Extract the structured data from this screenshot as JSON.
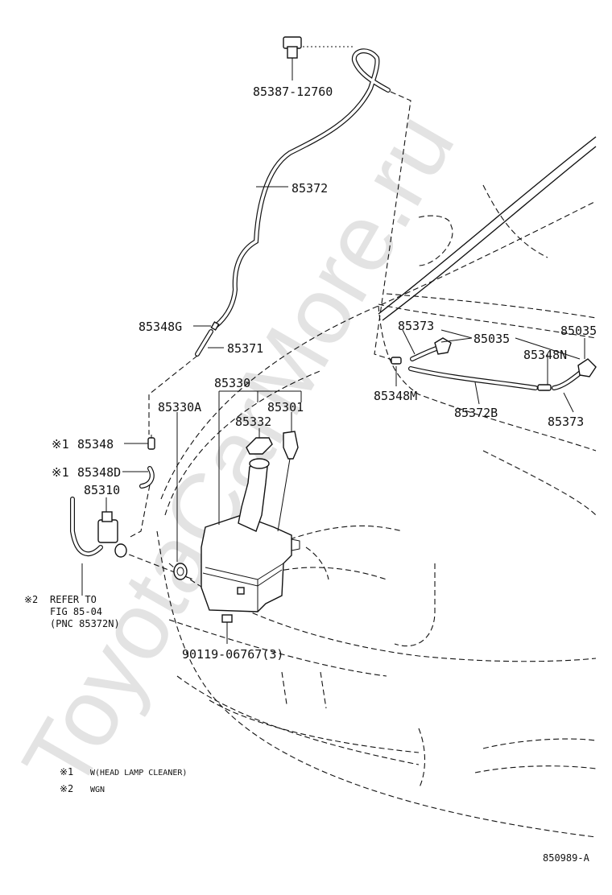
{
  "watermark": "ToyotaCarMore.ru",
  "diagram_id": "850989-A",
  "parts": {
    "nozzle_top": "85387-12760",
    "hose_main": "85372",
    "joint_g": "85348G",
    "hose_short": "85371",
    "tank_assy": "85330",
    "tank_a": "85330A",
    "cap": "85301",
    "grommet": "85332",
    "joint_1": "85348",
    "joint_1d": "85348D",
    "pump": "85310",
    "bolt": "90119-06767(3)",
    "hl_hose_upper": "85373",
    "hl_nozzle_l": "85035",
    "hl_nozzle_r": "85035",
    "hl_joint_n": "85348N",
    "hl_joint_m": "85348M",
    "hl_hose_b": "85372B",
    "hl_hose_lower": "85373"
  },
  "marks": {
    "m1": "※1",
    "m2": "※2"
  },
  "refer": {
    "line1": "REFER TO",
    "line2": "FIG 85-04",
    "line3": "(PNC 85372N)"
  },
  "notes": [
    {
      "mark": "※1",
      "text": "W(HEAD LAMP CLEANER)"
    },
    {
      "mark": "※2",
      "text": "WGN"
    }
  ]
}
